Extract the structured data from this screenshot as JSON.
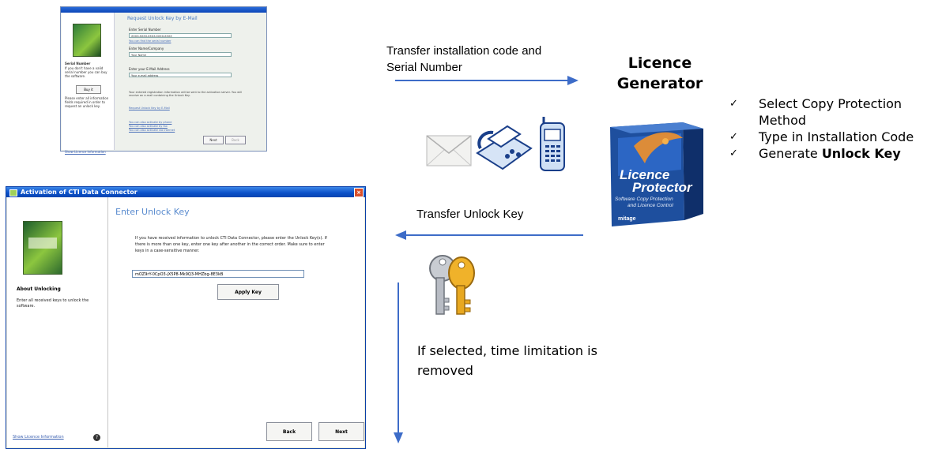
{
  "request_window": {
    "heading": "Request Unlock Key by E-Mail",
    "serial_label": "Enter Serial Number",
    "serial_value": "XXXX-XXXX-XXXX-XXXX-XXXX",
    "serial_link": "You can find the serial number",
    "name_label": "Enter Name/Company",
    "name_value": "Your Name",
    "email_label": "Enter your E-Mail Address",
    "email_value": "Your e-mail address",
    "note": "Your entered registration information will be sent to the activation server. You will receive an e-mail containing the Unlock Key.",
    "note_link": "Request Unlock Key by E-Mail",
    "other_links": [
      "You can also activate by phone",
      "You can also activate by fax",
      "You can also activate via Internet"
    ],
    "side_title": "Serial Number",
    "side_text": "If you don't have a valid serial number you can buy the software.",
    "buy_label": "Buy it",
    "side_text2": "Please enter all information fields required in order to request an unlock key.",
    "licence_link": "Show Licence Information",
    "next_label": "Next",
    "back_label": "Back"
  },
  "activation_window": {
    "title": "Activation of CTI Data Connector",
    "heading": "Enter Unlock Key",
    "intro": "If you have received information to unlock CTI Data Connector, please enter the Unlock Key(s). If there is more than one key, enter one key after another in the correct order. Make sure to enter keys in a case-sensitive manner.",
    "key_value": "mOZ9rY-0CpO3-jX5P8-Mk9Q3-MHZbg-8E3kB",
    "apply_label": "Apply Key",
    "side_title": "About Unlocking",
    "side_text": "Enter all received keys to unlock the software.",
    "licence_link": "Show Licence Information",
    "back_label": "Back",
    "next_label": "Next",
    "help_glyph": "?"
  },
  "labels": {
    "transfer_code": "Transfer installation code and\nSerial Number",
    "generator_line1": "Licence",
    "generator_line2": "Generator",
    "transfer_key": "Transfer Unlock Key",
    "time_line1": "If selected, time limitation is",
    "time_line2": "removed"
  },
  "steps": [
    {
      "text": "Select Copy Protection Method",
      "bold": ""
    },
    {
      "text": "Type in Installation Code",
      "bold": ""
    },
    {
      "text": "Generate ",
      "bold": "Unlock Key"
    }
  ],
  "check_glyph": "✓",
  "product_box": {
    "brand_line1": "Licence",
    "brand_line2": "Protector",
    "tagline1": "Software Copy Protection",
    "tagline2": "and Licence Control",
    "publisher": "mitage"
  },
  "colors": {
    "arrow": "#3d6cc8",
    "window_title": "#0a4fc8",
    "heading_blue": "#5b8ccf",
    "box_blue": "#1e4f9e",
    "key_gold": "#e0a020"
  }
}
